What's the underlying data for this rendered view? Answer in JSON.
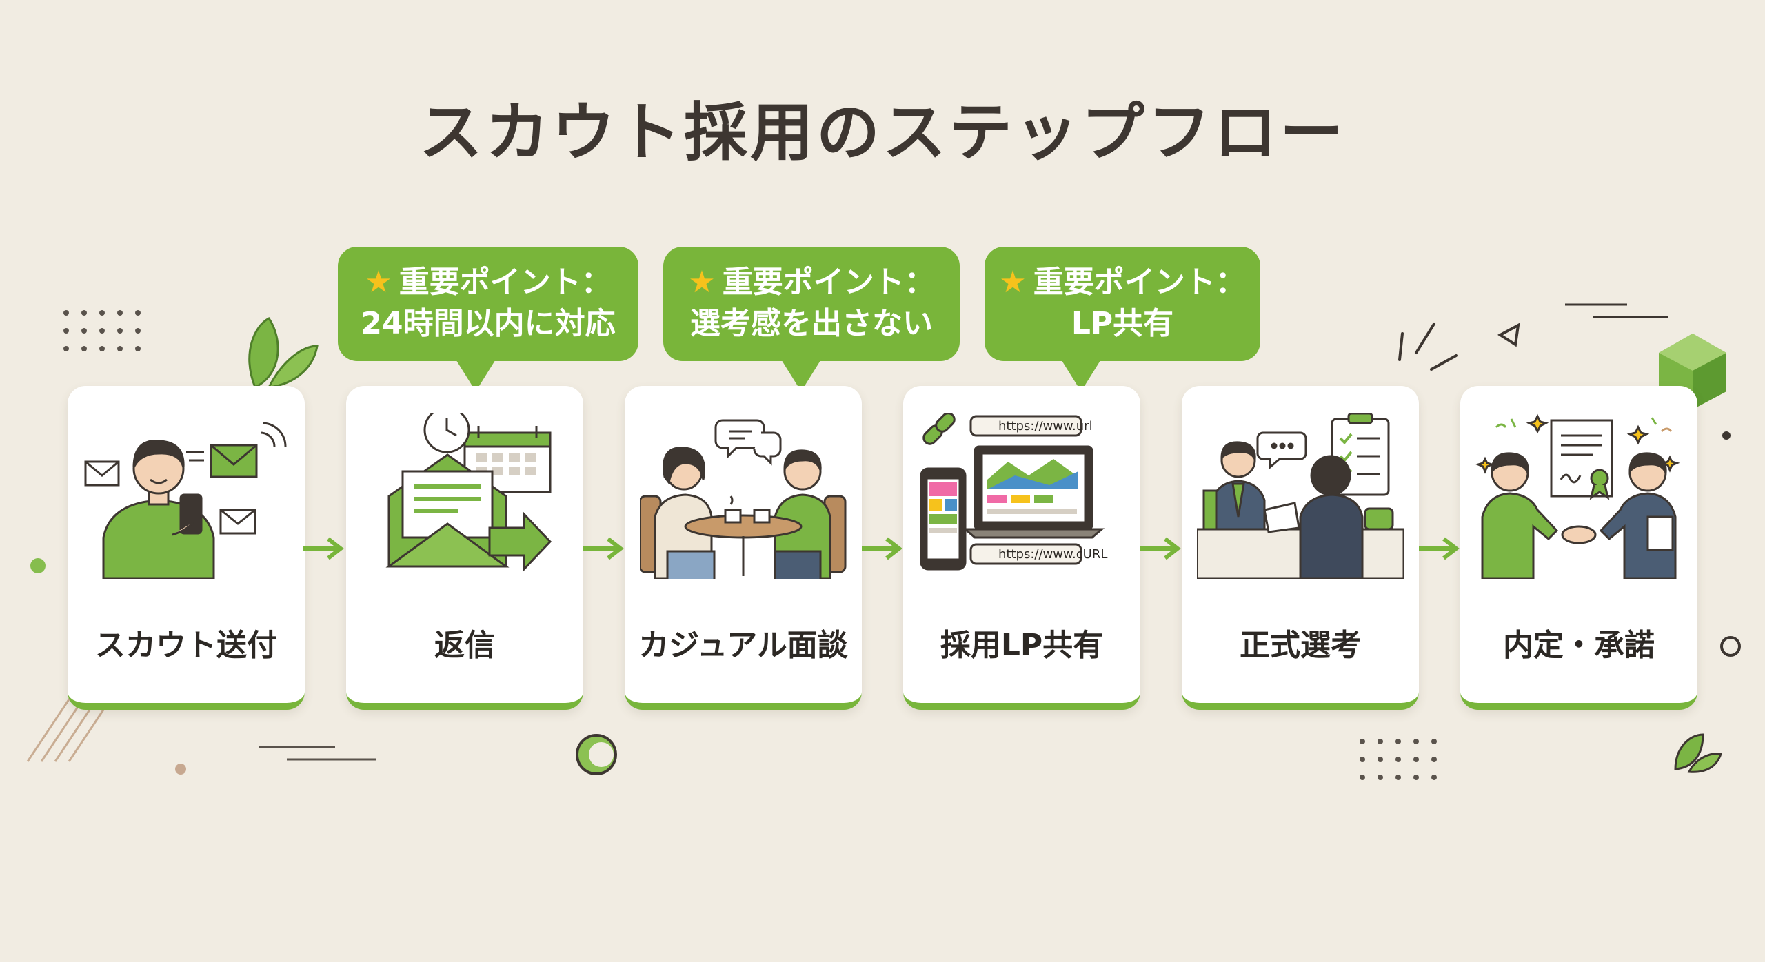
{
  "title": "スカウト採用のステップフロー",
  "steps": [
    {
      "label": "スカウト送付"
    },
    {
      "label": "返信"
    },
    {
      "label": "カジュアル面談"
    },
    {
      "label": "採用LP共有"
    },
    {
      "label": "正式選考"
    },
    {
      "label": "内定・承諾"
    }
  ],
  "callouts": [
    {
      "heading": "重要ポイント：",
      "text": "24時間以内に対応"
    },
    {
      "heading": "重要ポイント：",
      "text": "選考感を出さない"
    },
    {
      "heading": "重要ポイント：",
      "text": "LP共有"
    }
  ],
  "lp_card": {
    "url_top": "https://www.url",
    "url_bottom": "https://www.cURL"
  },
  "colors": {
    "accent": "#79b53a",
    "star": "#f6c21c",
    "background": "#f1ece2",
    "text": "#3d3631"
  }
}
